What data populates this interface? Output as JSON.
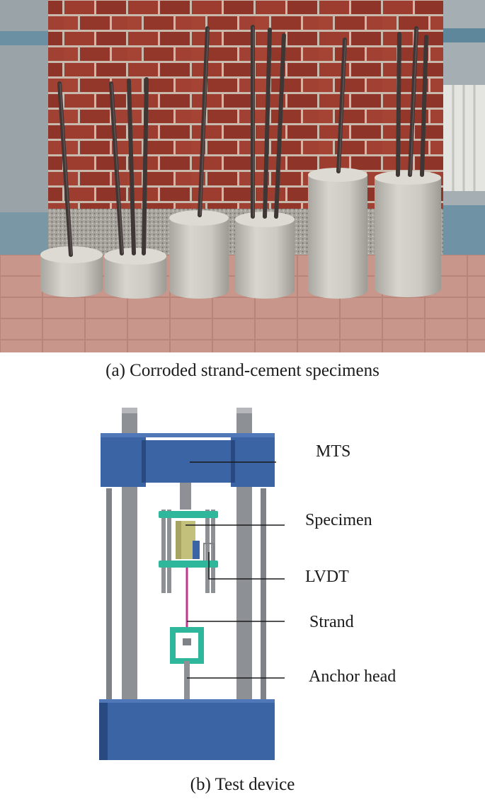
{
  "figure_a": {
    "caption": "(a)   Corroded strand-cement specimens",
    "image_description": "Six concrete cylinders with steel strands against brick wall"
  },
  "figure_b": {
    "caption": "(b) Test device",
    "labels": {
      "mts": "MTS",
      "specimen": "Specimen",
      "lvdt": "LVDT",
      "strand": "Strand",
      "anchor_head": "Anchor head"
    }
  },
  "colors": {
    "frame_blue": "#3a64a4",
    "frame_blue_dark": "#284a80",
    "post_gray": "#8c8f94",
    "clamp_green": "#2fb79c",
    "strand_pink": "#c0368a",
    "brick": "#9b3a2e",
    "concrete": "#c9c7c0",
    "tile": "#c48a7f"
  }
}
